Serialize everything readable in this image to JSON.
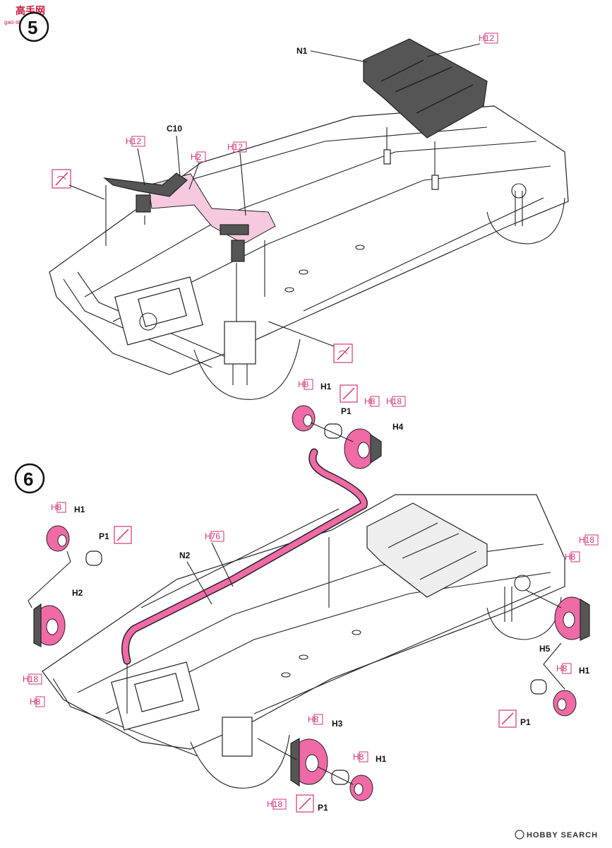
{
  "watermark": {
    "title": "高手网",
    "url": "gao-shou.com"
  },
  "footer_brand": "HOBBY SEARCH",
  "colors": {
    "accent_pink": "#d2357a",
    "part_pink": "#f06aa6",
    "dark_part": "#555555"
  },
  "steps": [
    {
      "number": "5",
      "labels": {
        "n1": "N1",
        "c10": "C10",
        "h12_a": "H12",
        "h12_b": "H12",
        "h12_c": "H12",
        "h2": "H2"
      }
    },
    {
      "number": "6",
      "labels": {
        "h1_top": "H1",
        "h8_top": "H8",
        "p1_top": "P1",
        "h8_top2": "H8",
        "h18_top": "H18",
        "h4": "H4",
        "h8_left": "H8",
        "h1_left": "H1",
        "p1_left": "P1",
        "h2": "H2",
        "h18_left": "H18",
        "h8_left2": "H8",
        "h76": "H76",
        "n2": "N2",
        "h18_right": "H18",
        "h8_right": "H8",
        "h5": "H5",
        "h8_right2": "H8",
        "h1_right": "H1",
        "p1_right": "P1",
        "h8_bot": "H8",
        "h3": "H3",
        "h8_bot2": "H8",
        "h1_bot": "H1",
        "h18_bot": "H18",
        "p1_bot": "P1"
      }
    }
  ]
}
